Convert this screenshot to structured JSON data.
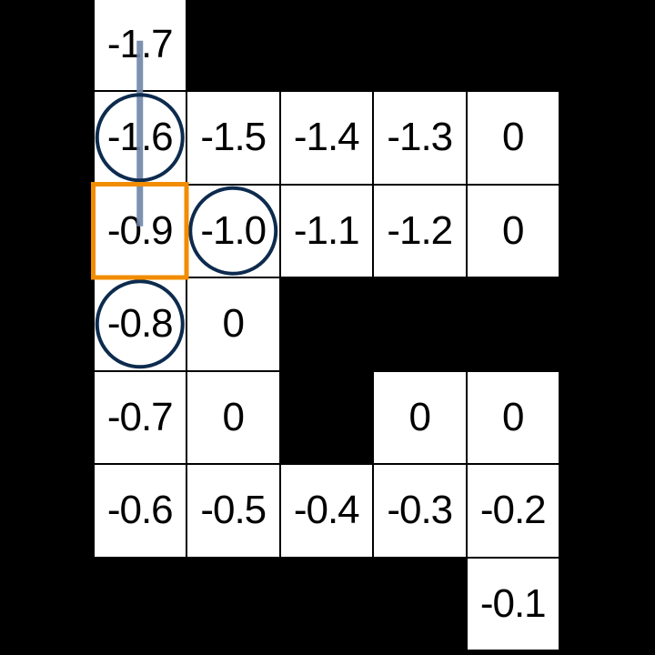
{
  "grid": {
    "rows": 7,
    "cols": 6,
    "cells": [
      [
        "",
        "-1.7",
        null,
        null,
        null,
        null
      ],
      [
        "",
        "-1.6",
        "-1.5",
        "-1.4",
        "-1.3",
        "0"
      ],
      [
        "",
        "-0.9",
        "-1.0",
        "-1.1",
        "-1.2",
        "0"
      ],
      [
        "",
        "-0.8",
        "0",
        null,
        null,
        null
      ],
      [
        "",
        "-0.7",
        "0",
        null,
        "0",
        "0"
      ],
      [
        "",
        "-0.6",
        "-0.5",
        "-0.4",
        "-0.3",
        "-0.2"
      ],
      [
        null,
        null,
        null,
        null,
        null,
        "-0.1"
      ]
    ]
  },
  "agent": {
    "row": 2,
    "col": 1,
    "highlight_color": "#f28c00"
  },
  "candidate_moves": [
    {
      "row": 1,
      "col": 1
    },
    {
      "row": 2,
      "col": 2
    },
    {
      "row": 3,
      "col": 1
    }
  ],
  "candidate_ring_color": "#0d2b4e",
  "chosen_direction": {
    "from": {
      "row": 2,
      "col": 1
    },
    "to": {
      "row": 0,
      "col": 1
    },
    "color": "#6f86a8"
  },
  "colors": {
    "wall": "#000000",
    "floor": "#ffffff",
    "grid_line": "#000000",
    "text": "#000000"
  }
}
